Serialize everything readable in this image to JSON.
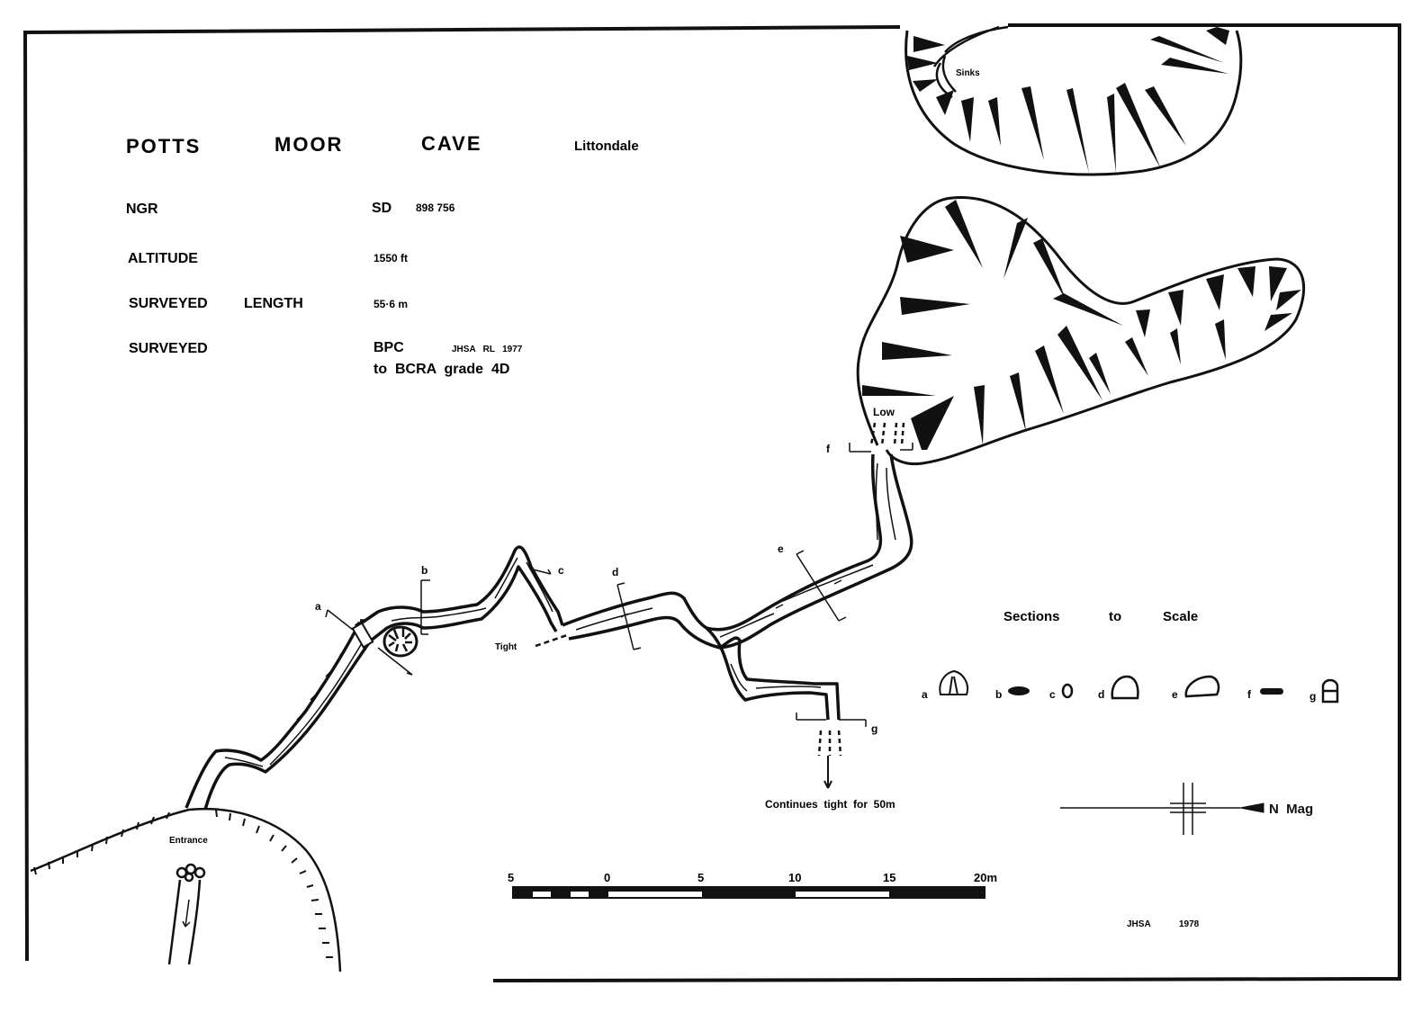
{
  "title": {
    "name1": "POTTS",
    "name2": "MOOR",
    "name3": "CAVE",
    "area": "Littondale"
  },
  "info": {
    "ngr_label": "NGR",
    "ngr_value_prefix": "SD",
    "ngr_value": "898 756",
    "altitude_label": "ALTITUDE",
    "altitude_value": "1550 ft",
    "length_label_1": "SURVEYED",
    "length_label_2": "LENGTH",
    "length_value": "55·6 m",
    "surveyed_label": "SURVEYED",
    "surveyed_by": "BPC",
    "surveyed_names": "JHSA   RL   1977",
    "surveyed_grade": "to  BCRA  grade  4D"
  },
  "labels": {
    "sinks": "Sinks",
    "low": "Low",
    "tight": "Tight",
    "entrance": "Entrance",
    "continues": "Continues  tight  for  50m",
    "section_a": "a",
    "section_b": "b",
    "section_c": "c",
    "section_d": "d",
    "section_e": "e",
    "section_f": "f",
    "section_g": "g"
  },
  "sections_legend": {
    "title_1": "Sections",
    "title_2": "to",
    "title_3": "Scale",
    "items": [
      "a",
      "b",
      "c",
      "d",
      "e",
      "f",
      "g"
    ]
  },
  "north_arrow": {
    "label": "N  Mag"
  },
  "scale_bar": {
    "ticks": [
      "5",
      "0",
      "5",
      "10",
      "15",
      "20m"
    ]
  },
  "credit": {
    "author": "JHSA",
    "year": "1978"
  }
}
